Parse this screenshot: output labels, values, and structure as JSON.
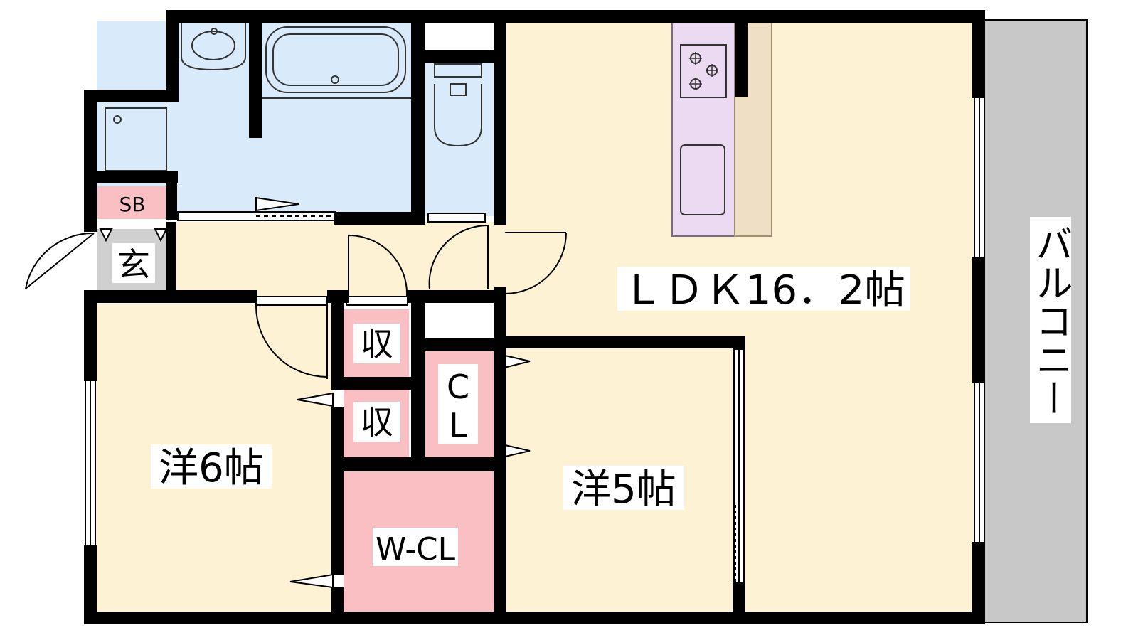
{
  "rooms": {
    "ldk": "ＬＤＫ16．2帖",
    "western6": "洋6帖",
    "western5": "洋5帖",
    "entrance": "玄",
    "shoe_box": "SB",
    "storage_upper": "収",
    "storage_lower": "収",
    "closet_c": "C",
    "closet_l": "L",
    "walk_in_closet": "W-CL",
    "balcony": "バルコニー"
  },
  "colors": {
    "wall": "#000000",
    "room_floor": "#fdf2d3",
    "wet_area": "#d9ebfb",
    "storage": "#f9bfc3",
    "kitchen": "#ecdaf3",
    "counter": "#efdfc4",
    "balcony": "#c8c8c8",
    "entrance": "#d0d0d0"
  }
}
